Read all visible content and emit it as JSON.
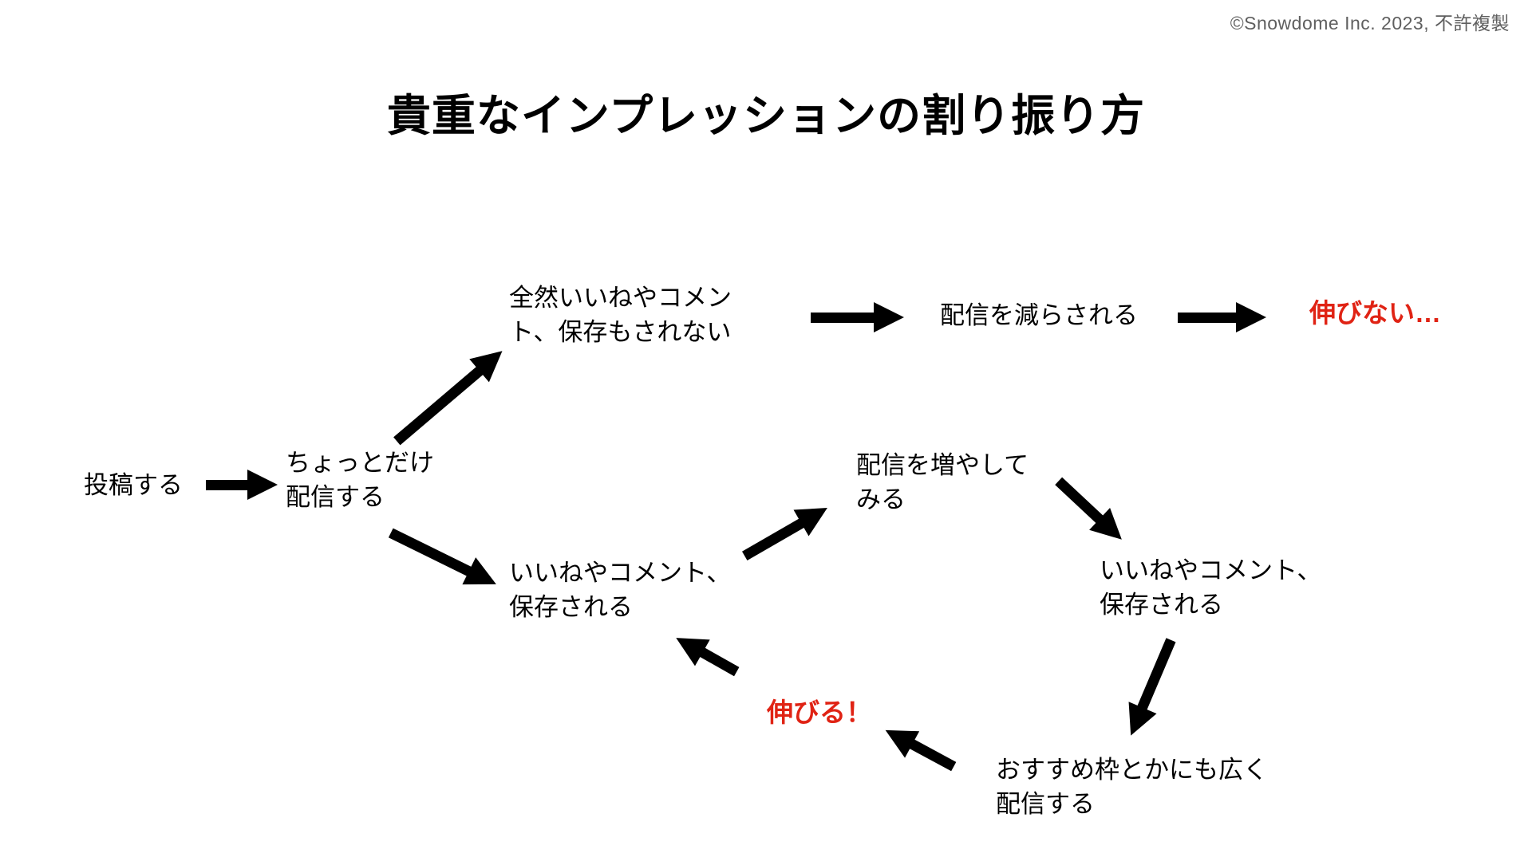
{
  "page": {
    "title": "貴重なインプレッションの割り振り方",
    "copyright": "©Snowdome Inc. 2023, 不許複製"
  },
  "colors": {
    "background": "#ffffff",
    "text": "#000000",
    "accent_red": "#e02314",
    "copyright_gray": "#5f5f5f",
    "arrow": "#000000"
  },
  "diagram": {
    "nodes": [
      {
        "id": "post",
        "lines": [
          "投稿する"
        ],
        "emphasis": "normal"
      },
      {
        "id": "distribute-little",
        "lines": [
          "ちょっとだけ",
          "配信する"
        ],
        "emphasis": "normal"
      },
      {
        "id": "no-engagement",
        "lines": [
          "全然いいねやコメン",
          "ト、保存もされない"
        ],
        "emphasis": "normal"
      },
      {
        "id": "distribution-reduced",
        "lines": [
          "配信を減らされる"
        ],
        "emphasis": "normal"
      },
      {
        "id": "no-growth",
        "lines": [
          "伸びない…"
        ],
        "emphasis": "red-bold"
      },
      {
        "id": "engagement-1",
        "lines": [
          "いいねやコメント、",
          "保存される"
        ],
        "emphasis": "normal"
      },
      {
        "id": "increase-distribution",
        "lines": [
          "配信を増やして",
          "みる"
        ],
        "emphasis": "normal"
      },
      {
        "id": "engagement-2",
        "lines": [
          "いいねやコメント、",
          "保存される"
        ],
        "emphasis": "normal"
      },
      {
        "id": "recommend-widely",
        "lines": [
          "おすすめ枠とかにも広く",
          "配信する"
        ],
        "emphasis": "normal"
      },
      {
        "id": "growth",
        "lines": [
          "伸びる！"
        ],
        "emphasis": "red-bold"
      }
    ],
    "edges": [
      {
        "from": "post",
        "to": "distribute-little"
      },
      {
        "from": "distribute-little",
        "to": "no-engagement"
      },
      {
        "from": "no-engagement",
        "to": "distribution-reduced"
      },
      {
        "from": "distribution-reduced",
        "to": "no-growth"
      },
      {
        "from": "distribute-little",
        "to": "engagement-1"
      },
      {
        "from": "engagement-1",
        "to": "increase-distribution"
      },
      {
        "from": "increase-distribution",
        "to": "engagement-2"
      },
      {
        "from": "engagement-2",
        "to": "recommend-widely"
      },
      {
        "from": "recommend-widely",
        "to": "growth"
      },
      {
        "from": "growth",
        "to": "engagement-1"
      }
    ]
  }
}
